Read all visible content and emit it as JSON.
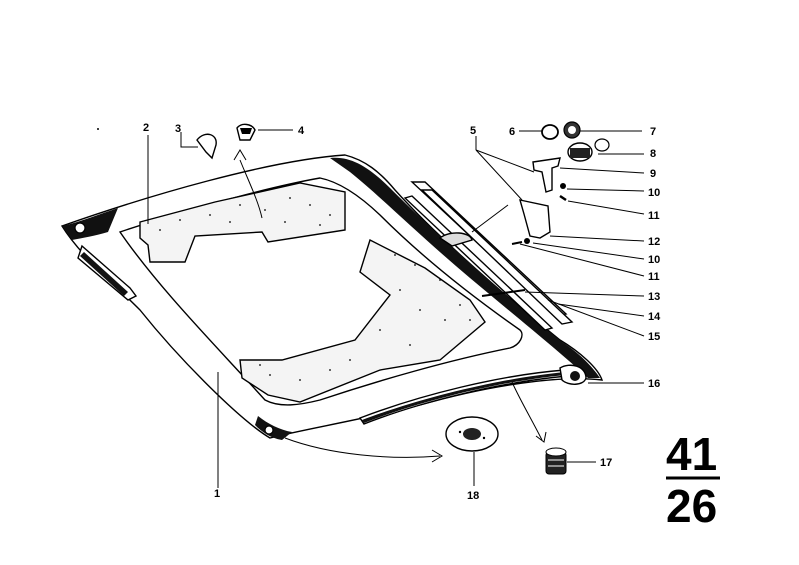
{
  "labels": {
    "l1": "1",
    "l2": "2",
    "l3": "3",
    "l4": "4",
    "l5": "5",
    "l6": "6",
    "l7": "7",
    "l8": "8",
    "l9": "9",
    "l10a": "10",
    "l10b": "10",
    "l11a": "11",
    "l11b": "11",
    "l12": "12",
    "l13": "13",
    "l14": "14",
    "l15": "15",
    "l16": "16",
    "l17": "17",
    "l18": "18"
  },
  "group": {
    "top": "41",
    "bottom": "26"
  }
}
